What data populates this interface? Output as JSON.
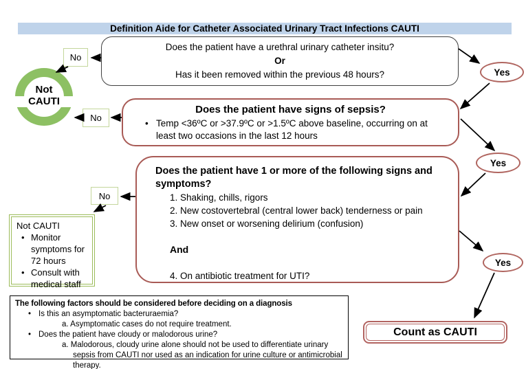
{
  "title": "Definition Aide for Catheter Associated Urinary Tract Infections CAUTI",
  "labels": {
    "no": "No",
    "yes": "Yes"
  },
  "q1": {
    "line1": "Does the patient have a urethral urinary catheter insitu?",
    "or": "Or",
    "line2": "Has it been removed within the previous 48 hours?"
  },
  "not_cauti_sign": {
    "line1": "Not",
    "line2": "CAUTI"
  },
  "q2": {
    "title": "Does the patient have signs of sepsis?",
    "bullet": "Temp <36ºC or >37.9ºC or >1.5ºC above baseline, occurring on at least two occasions in the last 12 hours"
  },
  "q3": {
    "title": "Does the patient have 1 or more of the following signs and symptoms?",
    "items": [
      "1. Shaking, chills, rigors",
      "2. New costovertebral (central lower back) tenderness or pain",
      "3. New onset or worsening delirium (confusion)"
    ],
    "and_label": "And",
    "item4": "4. On antibiotic treatment for UTI?"
  },
  "detail": {
    "title": "Not CAUTI",
    "bullets": [
      "Monitor symptoms for 72 hours",
      "Consult with medical staff"
    ]
  },
  "count_label": "Count as CAUTI",
  "factors": {
    "title": "The following factors should be considered before deciding on a diagnosis",
    "items": [
      {
        "question": "Is this an asymptomatic bacteruraemia?",
        "note": "a. Asymptomatic cases do not require treatment."
      },
      {
        "question": "Does the patient have cloudy or malodorous urine?",
        "note": "a. Malodorous, cloudy urine alone should not be used to differentiate urinary sepsis from CAUTI nor used as an indication for urine culture or antimicrobial therapy."
      }
    ]
  },
  "colors": {
    "title_bar_bg": "#bfd3ea",
    "green_ring": "#8dc063",
    "light_green_border": "#c3d69b",
    "olive_border": "#9bbb59",
    "red_border": "#a85a55",
    "arrow": "#000000"
  }
}
